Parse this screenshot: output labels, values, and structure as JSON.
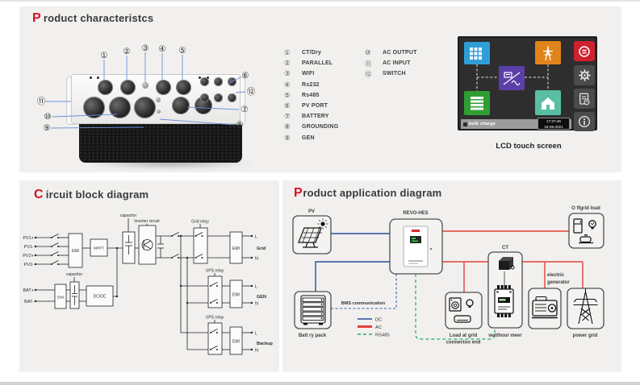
{
  "colors": {
    "accent_red": "#d70f1e",
    "dc_blue": "#2b4a9b",
    "ac_red": "#e2403b",
    "rs485_green": "#27a96a",
    "bms_blue": "#3c5bc0",
    "callout_blue": "#6b8fd8",
    "lcd_tile_pv": "#2f9ed6",
    "lcd_tile_grid": "#e2841c",
    "lcd_tile_inverter": "#5b3fa8",
    "lcd_tile_battery": "#2f9e33",
    "lcd_tile_home": "#5abfa2",
    "lcd_alarm_red": "#cf2030"
  },
  "product": {
    "title_initial": "P",
    "title_rest": "roduct characteristcs",
    "callouts": [
      "①",
      "②",
      "③",
      "④",
      "⑤",
      "⑥",
      "⑦",
      "⑧",
      "⑨",
      "⑩",
      "⑪",
      "⑫"
    ],
    "legend_col1": [
      {
        "num": "①",
        "label": "CT/Dry"
      },
      {
        "num": "②",
        "label": "PARALLEL"
      },
      {
        "num": "③",
        "label": "WIFI"
      },
      {
        "num": "④",
        "label": "Rs232"
      },
      {
        "num": "⑤",
        "label": "Rs485"
      },
      {
        "num": "⑥",
        "label": "PV PORT"
      },
      {
        "num": "⑦",
        "label": "BATTERY"
      },
      {
        "num": "⑧",
        "label": "GROUNDING"
      },
      {
        "num": "⑨",
        "label": "GEN"
      }
    ],
    "legend_col2": [
      {
        "num": "⑩",
        "label": "AC OUTPUT"
      },
      {
        "num": "⑪",
        "label": "AC INPUT"
      },
      {
        "num": "⑫",
        "label": "SWITCH"
      }
    ],
    "lcd": {
      "caption": "LCD touch screen",
      "status_left": "bulk charge",
      "status_time": "17:37:46",
      "status_date": "16-06-2021"
    }
  },
  "circuit": {
    "title_initial": "C",
    "title_rest": "ircuit block diagram",
    "labels": {
      "pv1p": "PV1+",
      "pv1n": "PV1-",
      "pv2p": "PV2+",
      "pv2n": "PV2-",
      "batp": "BAT+",
      "batn": "BAT-",
      "emi": "EMI",
      "mppt": "MPPT",
      "capacitor": "capacitor",
      "inverter": "Inverter circuit",
      "dcdc": "DC/DC",
      "grid_relay": "Grid relay",
      "ups_relay": "UPS relay",
      "l": "L",
      "n": "N",
      "grid": "Grid",
      "gen": "GEN",
      "backup": "Backup"
    }
  },
  "app": {
    "title_initial": "P",
    "title_rest": "roduct application diagram",
    "labels": {
      "pv": "PV",
      "revo": "REVO-HES",
      "battery": "Batt ry pack",
      "offgrid": "O ffgrid load",
      "ct": "CT",
      "load_line1": "Load at grid",
      "load_line2": "connecton end",
      "watthour": "watthour meer",
      "gen_line1": "electric",
      "gen_line2": "generator",
      "powergrid": "power grid",
      "bms": "BMS communication"
    },
    "legend": [
      {
        "label": "DC"
      },
      {
        "label": "AC"
      },
      {
        "label": "RS485"
      }
    ]
  }
}
